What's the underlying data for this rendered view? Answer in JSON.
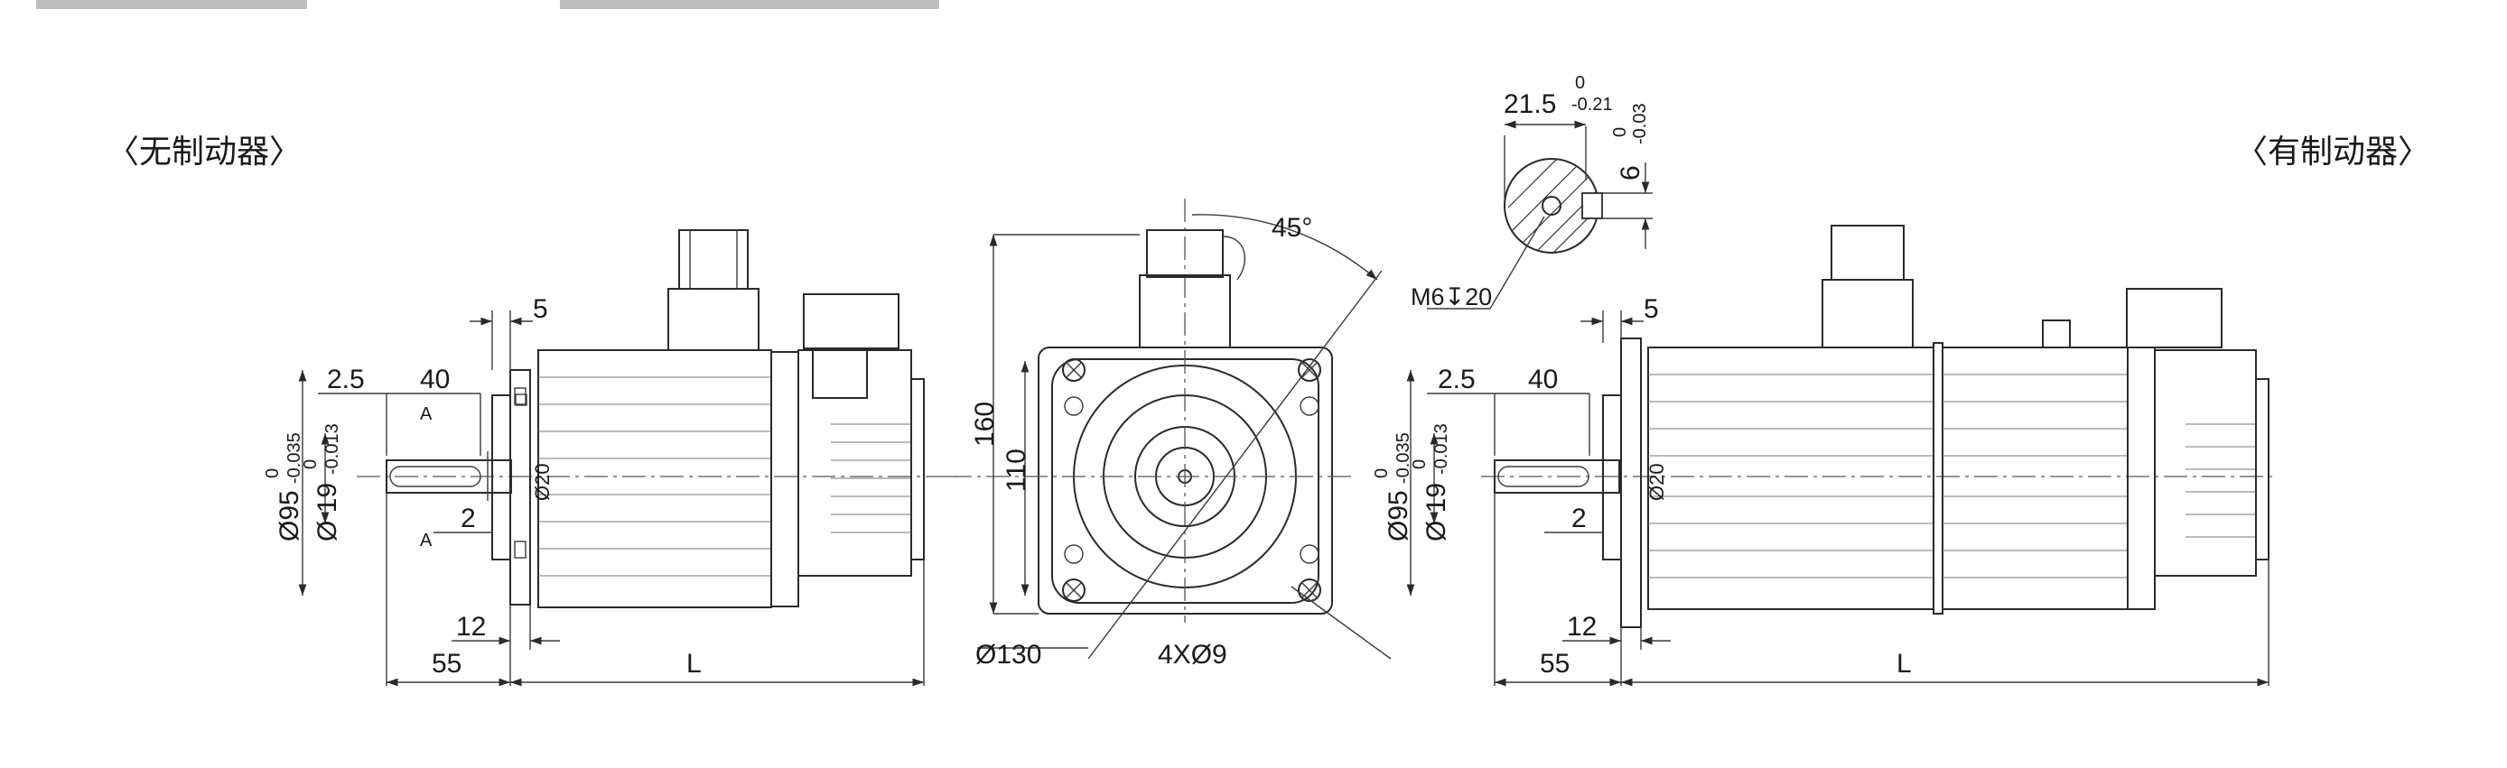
{
  "labels": {
    "without_brake": "〈无制动器〉",
    "with_brake": "〈有制动器〉"
  },
  "side_view_no_brake": {
    "flange_thickness": "5",
    "key_offset": "2.5",
    "key_length": "40",
    "flange_diameter": "Ø95",
    "flange_tol_upper": "0",
    "flange_tol_lower": "-0.035",
    "shaft_diameter": "Ø 19",
    "shaft_tol_upper": "0",
    "shaft_tol_lower": "-0.013",
    "section_mark_top": "A",
    "section_mark_bottom": "A",
    "key_depth": "2",
    "spigot": "12",
    "shaft_length": "55",
    "body_length": "L",
    "bore": "Ø20"
  },
  "front_view": {
    "angle": "45°",
    "height_outer": "160",
    "height_inner": "110",
    "pcd": "Ø130",
    "holes": "4XØ9"
  },
  "section_detail": {
    "width": "21.5",
    "width_tol_upper": "0",
    "width_tol_lower": "-0.21",
    "key_width": "6",
    "key_tol_upper": "0",
    "key_tol_lower": "-0.03",
    "thread": "M6",
    "thread_depth": "20"
  },
  "side_view_brake": {
    "flange_thickness": "5",
    "key_offset": "2.5",
    "key_length": "40",
    "flange_diameter": "Ø95",
    "flange_tol_upper": "0",
    "flange_tol_lower": "-0.035",
    "shaft_diameter": "Ø 19",
    "shaft_tol_upper": "0",
    "shaft_tol_lower": "-0.013",
    "key_depth": "2",
    "spigot": "12",
    "shaft_length": "55",
    "body_length": "L",
    "bore": "Ø20"
  }
}
